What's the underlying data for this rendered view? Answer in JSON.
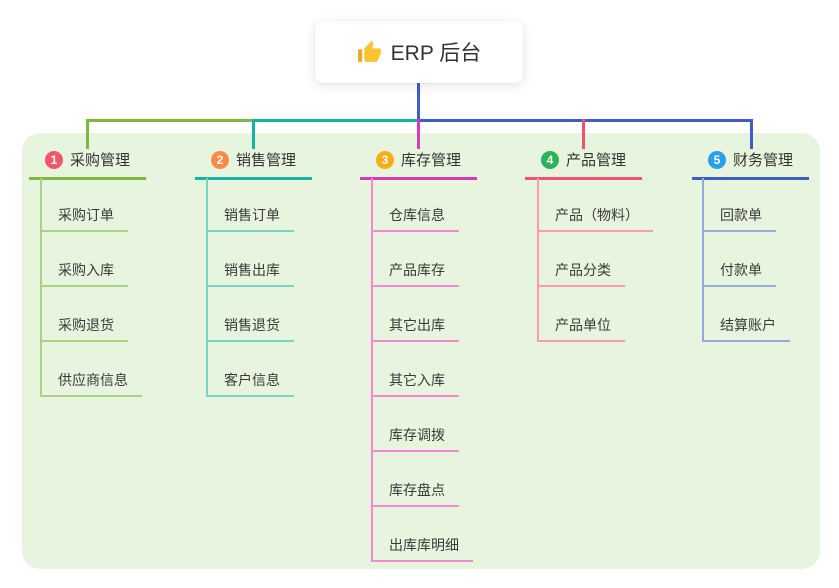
{
  "root": {
    "label": "ERP 后台",
    "icon": "thumbs-up-icon"
  },
  "colors": {
    "page_bg": "#ffffff",
    "panel_bg": "#e7f5de",
    "text": "#333333",
    "root_connector": "#3f5ec5",
    "bus_segments": [
      "#7cb93e",
      "#13b3a5",
      "#3f5ec5"
    ]
  },
  "branches": [
    {
      "index": "1",
      "label": "采购管理",
      "badge_color": "#f2566d",
      "color_main": "#7cb93e",
      "color_light": "#a9d284",
      "children": [
        "采购订单",
        "采购入库",
        "采购退货",
        "供应商信息"
      ]
    },
    {
      "index": "2",
      "label": "销售管理",
      "badge_color": "#fb8c48",
      "color_main": "#13b3a5",
      "color_light": "#79d3c7",
      "children": [
        "销售订单",
        "销售出库",
        "销售退货",
        "客户信息"
      ]
    },
    {
      "index": "3",
      "label": "库存管理",
      "badge_color": "#fbad18",
      "color_main": "#d63ab6",
      "color_light": "#ef8ad3",
      "children": [
        "仓库信息",
        "产品库存",
        "其它出库",
        "其它入库",
        "库存调拨",
        "库存盘点",
        "出库库明细"
      ]
    },
    {
      "index": "4",
      "label": "产品管理",
      "badge_color": "#2eb456",
      "color_main": "#f4516c",
      "color_light": "#f99dab",
      "children": [
        "产品（物料）",
        "产品分类",
        "产品单位"
      ]
    },
    {
      "index": "5",
      "label": "财务管理",
      "badge_color": "#2aa0e8",
      "color_main": "#3f5ec5",
      "color_light": "#94a9e0",
      "children": [
        "回款单",
        "付款单",
        "结算账户"
      ]
    }
  ]
}
